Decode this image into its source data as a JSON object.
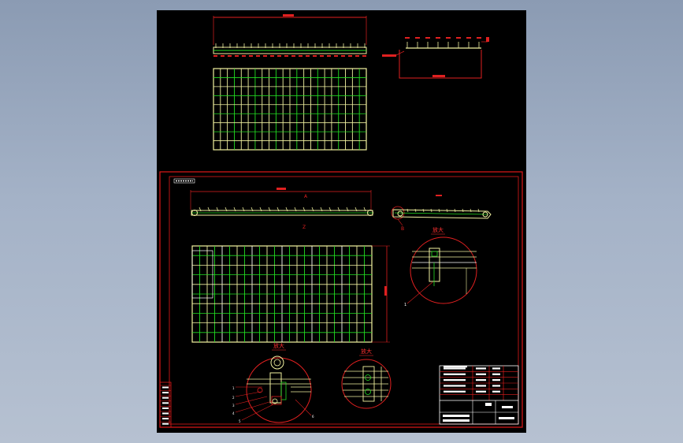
{
  "drawing": {
    "title": "",
    "labels": {
      "detail_label_right": "放大",
      "detail_label_bottom_left": "放大",
      "detail_label_bottom_mid": "放大",
      "frame_tag": "",
      "title_block_name": ""
    }
  },
  "colors": {
    "background": "#000000",
    "frame": "#e01818",
    "geometry": "#f2f2a0",
    "accent": "#22dd22",
    "dimension": "#ff3030",
    "white": "#ffffff"
  }
}
